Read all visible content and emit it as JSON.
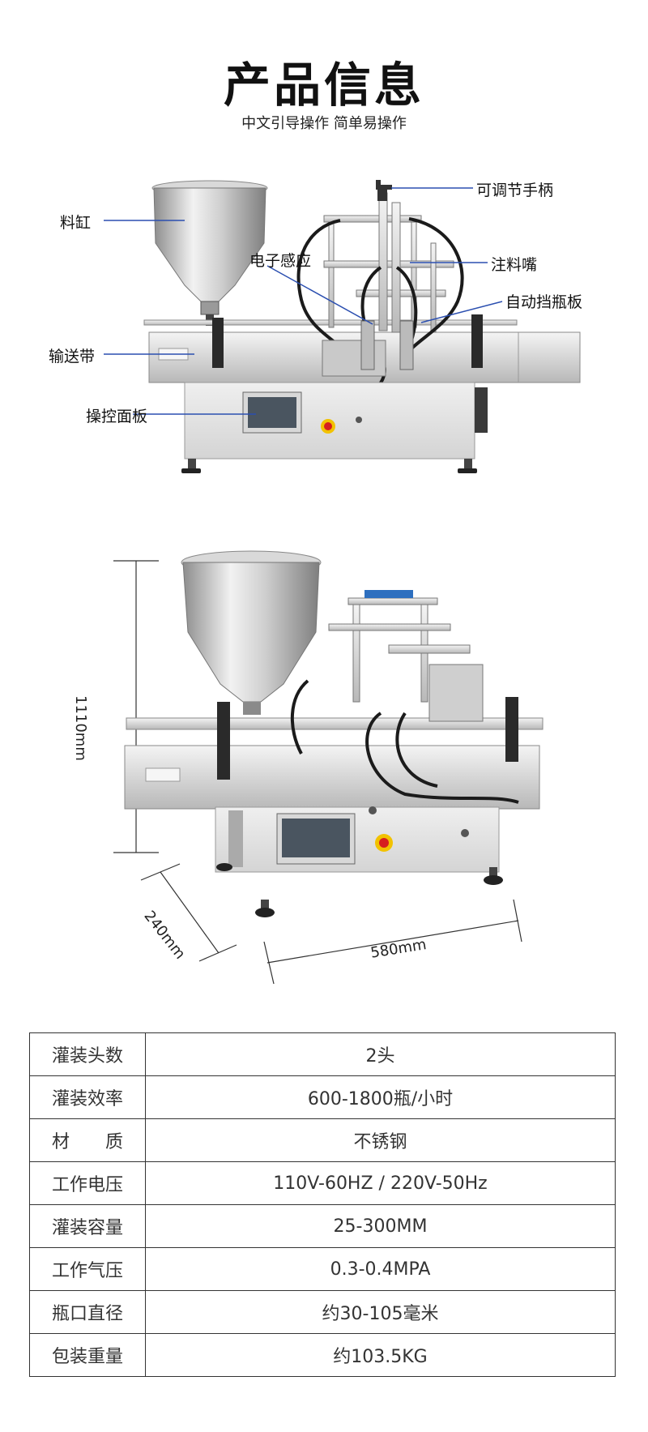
{
  "header": {
    "title": "产品信息",
    "subtitle": "中文引导操作 简单易操作"
  },
  "front_view": {
    "labels": {
      "hopper": "料缸",
      "conveyor": "输送带",
      "control_panel": "操控面板",
      "handle": "可调节手柄",
      "sensor": "电子感应",
      "nozzle": "注料嘴",
      "bottle_stopper": "自动挡瓶板"
    }
  },
  "dimension_view": {
    "height": "1110mm",
    "depth": "240mm",
    "width": "580mm"
  },
  "specs": [
    {
      "key": "灌装头数",
      "value": "2头"
    },
    {
      "key": "灌装效率",
      "value": "600-1800瓶/小时"
    },
    {
      "key": "材　　质",
      "value": "不锈钢"
    },
    {
      "key": "工作电压",
      "value": "110V-60HZ / 220V-50Hz"
    },
    {
      "key": "灌装容量",
      "value": "25-300MM"
    },
    {
      "key": "工作气压",
      "value": "0.3-0.4MPA"
    },
    {
      "key": "瓶口直径",
      "value": "约30-105毫米"
    },
    {
      "key": "包装重量",
      "value": "约103.5KG"
    }
  ],
  "colors": {
    "leader_line": "#2b4fb0",
    "steel_light": "#e6e6e6",
    "steel_dark": "#9a9a9a",
    "estop_red": "#d61f1f",
    "estop_yellow": "#f2c200",
    "screen": "#4a5560"
  }
}
